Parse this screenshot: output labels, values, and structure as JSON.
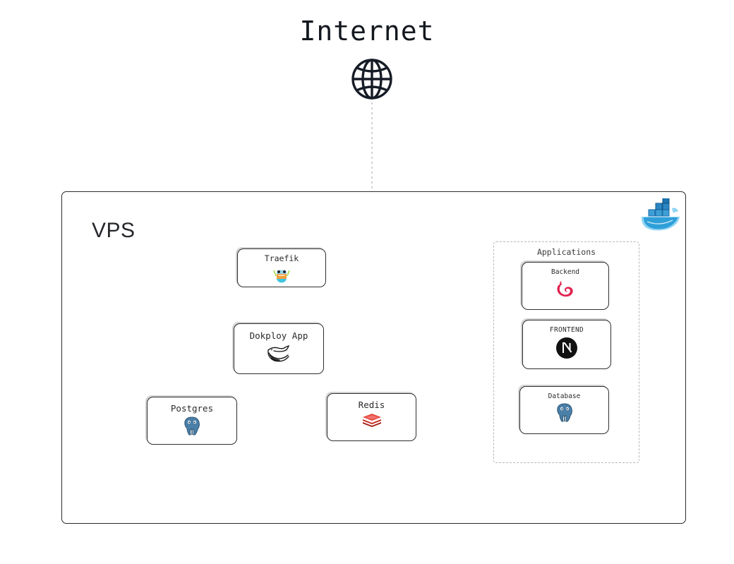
{
  "diagram": {
    "title": "Internet",
    "internet_icon": "globe-icon",
    "vps": {
      "label": "VPS",
      "badge_icon": "docker-whale-icon"
    },
    "nodes": [
      {
        "id": "traefik",
        "label": "Traefik",
        "icon": "traefik-icon"
      },
      {
        "id": "dokploy",
        "label": "Dokploy App",
        "icon": "dokploy-whale-icon"
      },
      {
        "id": "postgres",
        "label": "Postgres",
        "icon": "postgresql-elephant-icon"
      },
      {
        "id": "redis",
        "label": "Redis",
        "icon": "redis-stack-icon"
      }
    ],
    "applications": {
      "title": "Applications",
      "nodes": [
        {
          "id": "backend",
          "label": "Backend",
          "icon": "nestjs-icon"
        },
        {
          "id": "frontend",
          "label": "FRONTEND",
          "icon": "nextjs-icon"
        },
        {
          "id": "database",
          "label": "Database",
          "icon": "postgresql-elephant-icon"
        }
      ]
    },
    "edges": [
      {
        "from": "internet",
        "to": "traefik",
        "style": "dotted"
      },
      {
        "from": "traefik",
        "to": "dokploy",
        "style": "dashed"
      },
      {
        "from": "traefik",
        "to": "backend",
        "style": "dotted"
      },
      {
        "from": "traefik",
        "to": "frontend",
        "style": "dotted"
      },
      {
        "from": "dokploy",
        "to": "postgres",
        "style": "dashed"
      },
      {
        "from": "dokploy",
        "to": "redis",
        "style": "dashed"
      }
    ],
    "colors": {
      "background": "#ffffff",
      "title_text": "#14181f",
      "node_border": "#2e2e2e",
      "node_text": "#2b2b2b",
      "group_border": "#b8b8b8",
      "edge_light": "#c9c9c9",
      "edge_dark": "#565656",
      "nestjs_red": "#e0234e",
      "redis_red": "#d62b20",
      "postgres_blue": "#31648c",
      "docker_blue": "#2496ed",
      "nextjs_black": "#111111",
      "traefik_orange": "#f3a03c"
    }
  }
}
